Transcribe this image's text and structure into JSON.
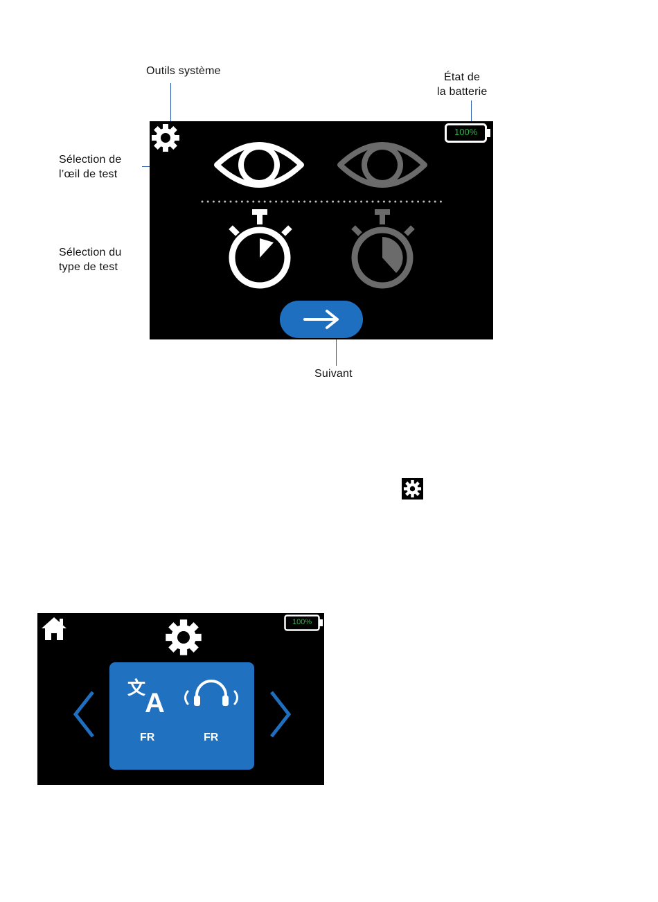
{
  "screen1": {
    "battery": {
      "percent_text": "100%",
      "level": 1.0,
      "color": "#2fb34a"
    },
    "eyes": [
      {
        "side": "right",
        "selected": true
      },
      {
        "side": "left",
        "selected": false
      }
    ],
    "test_types": [
      {
        "name": "short",
        "selected": true
      },
      {
        "name": "long",
        "selected": false
      }
    ],
    "next_icon": "arrow-right-icon",
    "accent": "#1f6fc0"
  },
  "annotations": {
    "system_tools": "Outils système",
    "battery_state_line1": "État de",
    "battery_state_line2": "la batterie",
    "eye_selection_line1": "Sélection de",
    "eye_selection_line2": "l’œil de test",
    "test_type_line1": "Sélection du",
    "test_type_line2": "type de test",
    "next": "Suivant"
  },
  "inline_icon": "gear-icon",
  "screen2": {
    "battery": {
      "percent_text": "100%",
      "level": 1.0
    },
    "home_icon": "home-icon",
    "settings_icon": "gear-icon",
    "panel": {
      "language_icon": "translate-icon",
      "language_value": "FR",
      "audio_icon": "headphones-icon",
      "audio_value": "FR"
    },
    "prev_icon": "chevron-left-icon",
    "next_icon": "chevron-right-icon",
    "accent": "#2171c1"
  }
}
